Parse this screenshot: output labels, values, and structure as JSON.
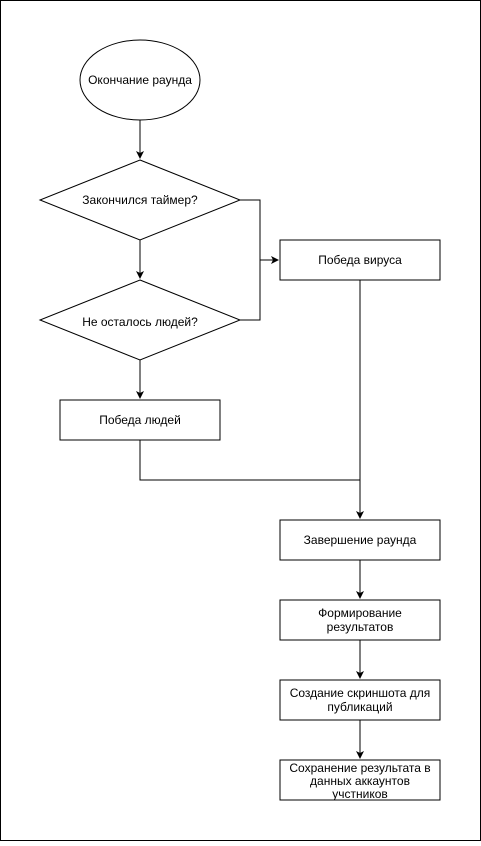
{
  "nodes": {
    "start": "Окончание раунда",
    "timer_check": "Закончился таймер?",
    "humans_check": "Не осталось людей?",
    "virus_win": "Победа вируса",
    "humans_win": "Победа людей",
    "round_end": "Завершение раунда",
    "results": "Формирование\nрезультатов",
    "screenshot": "Создание скриншота для\nпубликаций",
    "save": "Сохранение результата в\nданных аккаунтов\nучстников"
  }
}
